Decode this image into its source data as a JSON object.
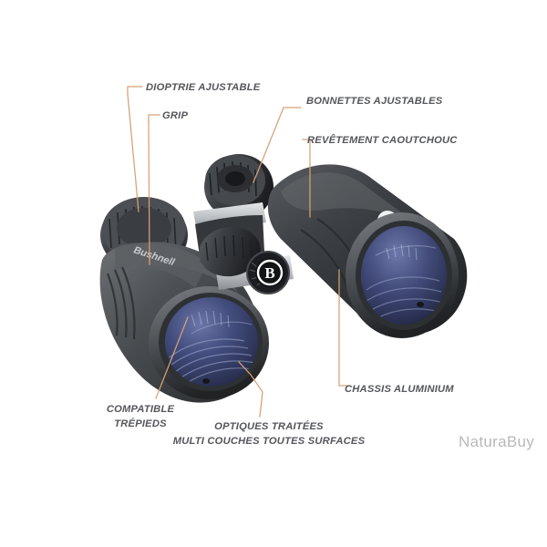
{
  "page": {
    "background_color": "#ffffff",
    "type": "product-annotation-diagram",
    "product_brand": "Bushnell",
    "leader_color": "#d5a275",
    "label_color": "#55565b"
  },
  "callouts": [
    {
      "id": "dioptrie",
      "label": "DIOPTRIE AJUSTABLE"
    },
    {
      "id": "grip",
      "label": "GRIP"
    },
    {
      "id": "bonnettes",
      "label": "BONNETTES AJUSTABLES"
    },
    {
      "id": "revetement",
      "label": "REVÊTEMENT CAOUTCHOUC"
    },
    {
      "id": "chassis",
      "label": "CHASSIS ALUMINIUM"
    },
    {
      "id": "trepieds",
      "label_line1": "COMPATIBLE",
      "label_line2": "TRÉPIEDS"
    },
    {
      "id": "optiques",
      "label_line1": "OPTIQUES TRAITÉES",
      "label_line2": "MULTI COUCHES TOUTES SURFACES"
    }
  ],
  "product": {
    "brand_wordmark": "Bushnell",
    "badge_letter": "B",
    "body_color": "#3d4044",
    "lens_color": "#3b4470"
  },
  "watermark": {
    "text": "NaturaBuy"
  }
}
